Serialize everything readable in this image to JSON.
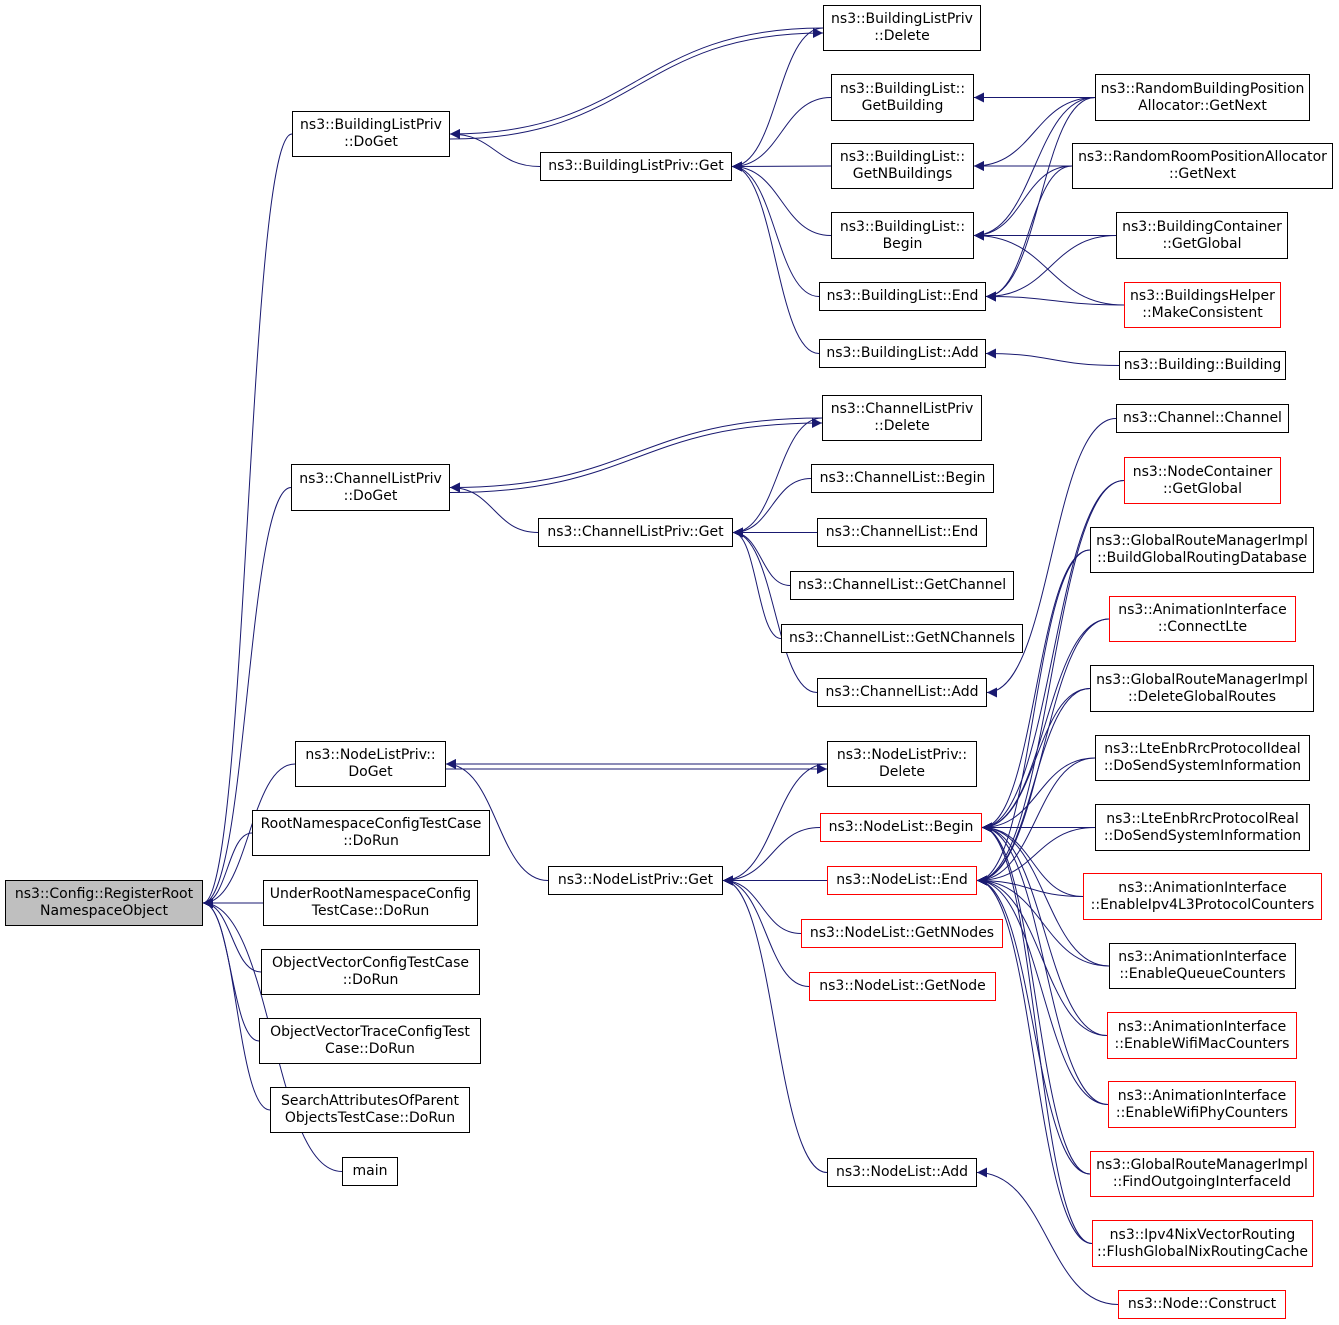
{
  "colors": {
    "edge": "#191970",
    "node_border": "#000000",
    "truncated_border": "#ff0000",
    "root_fill": "#bfbfbf"
  },
  "nodes": {
    "root": {
      "lines": [
        "ns3::Config::RegisterRoot",
        "NamespaceObject"
      ]
    },
    "blp_doget": {
      "lines": [
        "ns3::BuildingListPriv",
        "::DoGet"
      ]
    },
    "blp_delete": {
      "lines": [
        "ns3::BuildingListPriv",
        "::Delete"
      ]
    },
    "blp_get": {
      "lines": [
        "ns3::BuildingListPriv::Get"
      ]
    },
    "bl_getbuilding": {
      "lines": [
        "ns3::BuildingList::",
        "GetBuilding"
      ]
    },
    "bl_getnbuildings": {
      "lines": [
        "ns3::BuildingList::",
        "GetNBuildings"
      ]
    },
    "bl_begin": {
      "lines": [
        "ns3::BuildingList::",
        "Begin"
      ]
    },
    "bl_end": {
      "lines": [
        "ns3::BuildingList::End"
      ]
    },
    "bl_add": {
      "lines": [
        "ns3::BuildingList::Add"
      ]
    },
    "rbpa_getnext": {
      "lines": [
        "ns3::RandomBuildingPosition",
        "Allocator::GetNext"
      ]
    },
    "rrpa_getnext": {
      "lines": [
        "ns3::RandomRoomPositionAllocator",
        "::GetNext"
      ]
    },
    "bc_getglobal": {
      "lines": [
        "ns3::BuildingContainer",
        "::GetGlobal"
      ]
    },
    "bh_makeconsistent": {
      "lines": [
        "ns3::BuildingsHelper",
        "::MakeConsistent"
      ]
    },
    "building_building": {
      "lines": [
        "ns3::Building::Building"
      ]
    },
    "clp_doget": {
      "lines": [
        "ns3::ChannelListPriv",
        "::DoGet"
      ]
    },
    "clp_delete": {
      "lines": [
        "ns3::ChannelListPriv",
        "::Delete"
      ]
    },
    "clp_get": {
      "lines": [
        "ns3::ChannelListPriv::Get"
      ]
    },
    "cl_begin": {
      "lines": [
        "ns3::ChannelList::Begin"
      ]
    },
    "cl_end": {
      "lines": [
        "ns3::ChannelList::End"
      ]
    },
    "cl_getchannel": {
      "lines": [
        "ns3::ChannelList::GetChannel"
      ]
    },
    "cl_getnchannels": {
      "lines": [
        "ns3::ChannelList::GetNChannels"
      ]
    },
    "cl_add": {
      "lines": [
        "ns3::ChannelList::Add"
      ]
    },
    "channel_channel": {
      "lines": [
        "ns3::Channel::Channel"
      ]
    },
    "nc_getglobal": {
      "lines": [
        "ns3::NodeContainer",
        "::GetGlobal"
      ]
    },
    "grmi_build": {
      "lines": [
        "ns3::GlobalRouteManagerImpl",
        "::BuildGlobalRoutingDatabase"
      ]
    },
    "ai_connectlte": {
      "lines": [
        "ns3::AnimationInterface",
        "::ConnectLte"
      ]
    },
    "grmi_delete": {
      "lines": [
        "ns3::GlobalRouteManagerImpl",
        "::DeleteGlobalRoutes"
      ]
    },
    "lte_ideal": {
      "lines": [
        "ns3::LteEnbRrcProtocolIdeal",
        "::DoSendSystemInformation"
      ]
    },
    "lte_real": {
      "lines": [
        "ns3::LteEnbRrcProtocolReal",
        "::DoSendSystemInformation"
      ]
    },
    "ai_ipv4": {
      "lines": [
        "ns3::AnimationInterface",
        "::EnableIpv4L3ProtocolCounters"
      ]
    },
    "ai_queue": {
      "lines": [
        "ns3::AnimationInterface",
        "::EnableQueueCounters"
      ]
    },
    "ai_wifimac": {
      "lines": [
        "ns3::AnimationInterface",
        "::EnableWifiMacCounters"
      ]
    },
    "ai_wifiphy": {
      "lines": [
        "ns3::AnimationInterface",
        "::EnableWifiPhyCounters"
      ]
    },
    "grmi_findout": {
      "lines": [
        "ns3::GlobalRouteManagerImpl",
        "::FindOutgoingInterfaceId"
      ]
    },
    "nix_flush": {
      "lines": [
        "ns3::Ipv4NixVectorRouting",
        "::FlushGlobalNixRoutingCache"
      ]
    },
    "nlp_doget": {
      "lines": [
        "ns3::NodeListPriv::",
        "DoGet"
      ]
    },
    "nlp_delete": {
      "lines": [
        "ns3::NodeListPriv::",
        "Delete"
      ]
    },
    "nlp_get": {
      "lines": [
        "ns3::NodeListPriv::Get"
      ]
    },
    "nl_begin": {
      "lines": [
        "ns3::NodeList::Begin"
      ]
    },
    "nl_end": {
      "lines": [
        "ns3::NodeList::End"
      ]
    },
    "nl_getnnodes": {
      "lines": [
        "ns3::NodeList::GetNNodes"
      ]
    },
    "nl_getnode": {
      "lines": [
        "ns3::NodeList::GetNode"
      ]
    },
    "nl_add": {
      "lines": [
        "ns3::NodeList::Add"
      ]
    },
    "node_construct": {
      "lines": [
        "ns3::Node::Construct"
      ]
    },
    "rootns_test": {
      "lines": [
        "RootNamespaceConfigTestCase",
        "::DoRun"
      ]
    },
    "underroot_test": {
      "lines": [
        "UnderRootNamespaceConfig",
        "TestCase::DoRun"
      ]
    },
    "objvec_test": {
      "lines": [
        "ObjectVectorConfigTestCase",
        "::DoRun"
      ]
    },
    "objvectrace_test": {
      "lines": [
        "ObjectVectorTraceConfigTest",
        "Case::DoRun"
      ]
    },
    "searchattr_test": {
      "lines": [
        "SearchAttributesOfParent",
        "ObjectsTestCase::DoRun"
      ]
    },
    "main_fn": {
      "lines": [
        "main"
      ]
    }
  },
  "edges": [
    [
      "blp_doget",
      "root"
    ],
    [
      "clp_doget",
      "root"
    ],
    [
      "nlp_doget",
      "root"
    ],
    [
      "rootns_test",
      "root"
    ],
    [
      "underroot_test",
      "root"
    ],
    [
      "objvec_test",
      "root"
    ],
    [
      "objvectrace_test",
      "root"
    ],
    [
      "searchattr_test",
      "root"
    ],
    [
      "main_fn",
      "root"
    ],
    [
      "blp_delete",
      "blp_doget"
    ],
    [
      "blp_get",
      "blp_doget"
    ],
    [
      "blp_doget",
      "blp_delete"
    ],
    [
      "blp_delete",
      "blp_get"
    ],
    [
      "bl_getbuilding",
      "blp_get"
    ],
    [
      "bl_getnbuildings",
      "blp_get"
    ],
    [
      "bl_begin",
      "blp_get"
    ],
    [
      "bl_end",
      "blp_get"
    ],
    [
      "bl_add",
      "blp_get"
    ],
    [
      "rbpa_getnext",
      "bl_getbuilding"
    ],
    [
      "rbpa_getnext",
      "bl_getnbuildings"
    ],
    [
      "rrpa_getnext",
      "bl_getnbuildings"
    ],
    [
      "rbpa_getnext",
      "bl_begin"
    ],
    [
      "rrpa_getnext",
      "bl_begin"
    ],
    [
      "bc_getglobal",
      "bl_begin"
    ],
    [
      "bh_makeconsistent",
      "bl_begin"
    ],
    [
      "rbpa_getnext",
      "bl_end"
    ],
    [
      "rrpa_getnext",
      "bl_end"
    ],
    [
      "bc_getglobal",
      "bl_end"
    ],
    [
      "bh_makeconsistent",
      "bl_end"
    ],
    [
      "building_building",
      "bl_add"
    ],
    [
      "clp_delete",
      "clp_doget"
    ],
    [
      "clp_get",
      "clp_doget"
    ],
    [
      "clp_doget",
      "clp_delete"
    ],
    [
      "clp_delete",
      "clp_get"
    ],
    [
      "cl_begin",
      "clp_get"
    ],
    [
      "cl_end",
      "clp_get"
    ],
    [
      "cl_getchannel",
      "clp_get"
    ],
    [
      "cl_getnchannels",
      "clp_get"
    ],
    [
      "cl_add",
      "clp_get"
    ],
    [
      "channel_channel",
      "cl_add"
    ],
    [
      "nlp_delete",
      "nlp_doget"
    ],
    [
      "nlp_get",
      "nlp_doget"
    ],
    [
      "nlp_doget",
      "nlp_delete"
    ],
    [
      "nlp_delete",
      "nlp_get"
    ],
    [
      "nl_begin",
      "nlp_get"
    ],
    [
      "nl_end",
      "nlp_get"
    ],
    [
      "nl_getnnodes",
      "nlp_get"
    ],
    [
      "nl_getnode",
      "nlp_get"
    ],
    [
      "nl_add",
      "nlp_get"
    ],
    [
      "node_construct",
      "nl_add"
    ],
    [
      "nc_getglobal",
      "nl_begin"
    ],
    [
      "grmi_build",
      "nl_begin"
    ],
    [
      "ai_connectlte",
      "nl_begin"
    ],
    [
      "grmi_delete",
      "nl_begin"
    ],
    [
      "lte_ideal",
      "nl_begin"
    ],
    [
      "lte_real",
      "nl_begin"
    ],
    [
      "ai_ipv4",
      "nl_begin"
    ],
    [
      "ai_queue",
      "nl_begin"
    ],
    [
      "ai_wifimac",
      "nl_begin"
    ],
    [
      "ai_wifiphy",
      "nl_begin"
    ],
    [
      "grmi_findout",
      "nl_begin"
    ],
    [
      "nix_flush",
      "nl_begin"
    ],
    [
      "nc_getglobal",
      "nl_end"
    ],
    [
      "grmi_build",
      "nl_end"
    ],
    [
      "ai_connectlte",
      "nl_end"
    ],
    [
      "grmi_delete",
      "nl_end"
    ],
    [
      "lte_ideal",
      "nl_end"
    ],
    [
      "lte_real",
      "nl_end"
    ],
    [
      "ai_ipv4",
      "nl_end"
    ],
    [
      "ai_queue",
      "nl_end"
    ],
    [
      "ai_wifimac",
      "nl_end"
    ],
    [
      "ai_wifiphy",
      "nl_end"
    ],
    [
      "grmi_findout",
      "nl_end"
    ],
    [
      "nix_flush",
      "nl_end"
    ]
  ]
}
